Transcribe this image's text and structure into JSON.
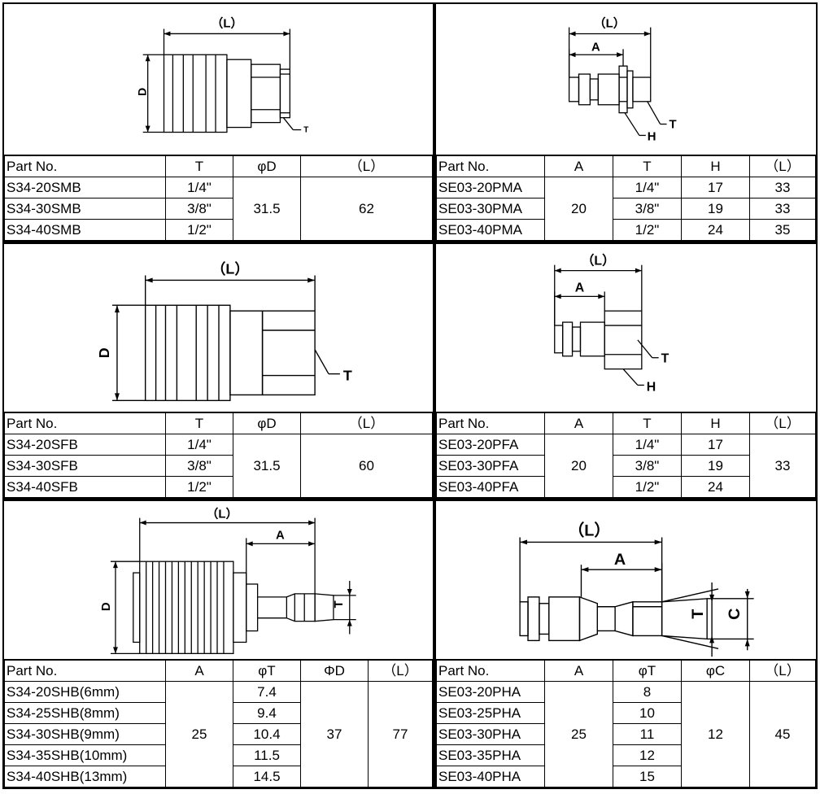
{
  "dim": {
    "L": "（L）",
    "A": "A",
    "D": "D",
    "T": "T",
    "H": "H",
    "C": "C"
  },
  "p1": {
    "headers": [
      "Part No.",
      "T",
      "φD",
      "（L）"
    ],
    "rows": [
      [
        "S34-20SMB",
        "1/4\""
      ],
      [
        "S34-30SMB",
        "3/8\""
      ],
      [
        "S34-40SMB",
        "1/2\""
      ]
    ],
    "D": "31.5",
    "L": "62"
  },
  "p2": {
    "headers": [
      "Part No.",
      "A",
      "T",
      "H",
      "（L）"
    ],
    "rows": [
      [
        "SE03-20PMA",
        "1/4\"",
        "17",
        "33"
      ],
      [
        "SE03-30PMA",
        "3/8\"",
        "19",
        "33"
      ],
      [
        "SE03-40PMA",
        "1/2\"",
        "24",
        "35"
      ]
    ],
    "A": "20"
  },
  "p3": {
    "headers": [
      "Part No.",
      "T",
      "φD",
      "（L）"
    ],
    "rows": [
      [
        "S34-20SFB",
        "1/4\""
      ],
      [
        "S34-30SFB",
        "3/8\""
      ],
      [
        "S34-40SFB",
        "1/2\""
      ]
    ],
    "D": "31.5",
    "L": "60"
  },
  "p4": {
    "headers": [
      "Part No.",
      "A",
      "T",
      "H",
      "（L）"
    ],
    "rows": [
      [
        "SE03-20PFA",
        "1/4\"",
        "17"
      ],
      [
        "SE03-30PFA",
        "3/8\"",
        "19"
      ],
      [
        "SE03-40PFA",
        "1/2\"",
        "24"
      ]
    ],
    "A": "20",
    "L": "33"
  },
  "p5": {
    "headers": [
      "Part No.",
      "A",
      "φT",
      "ΦD",
      "（L）"
    ],
    "rows": [
      [
        "S34-20SHB(6mm)",
        "7.4"
      ],
      [
        "S34-25SHB(8mm)",
        "9.4"
      ],
      [
        "S34-30SHB(9mm)",
        "10.4"
      ],
      [
        "S34-35SHB(10mm)",
        "11.5"
      ],
      [
        "S34-40SHB(13mm)",
        "14.5"
      ]
    ],
    "A": "25",
    "D": "37",
    "L": "77"
  },
  "p6": {
    "headers": [
      "Part No.",
      "A",
      "φT",
      "φC",
      "（L）"
    ],
    "rows": [
      [
        "SE03-20PHA",
        "8"
      ],
      [
        "SE03-25PHA",
        "10"
      ],
      [
        "SE03-30PHA",
        "11"
      ],
      [
        "SE03-35PHA",
        "12"
      ],
      [
        "SE03-40PHA",
        "15"
      ]
    ],
    "A": "25",
    "C": "12",
    "L": "45"
  }
}
